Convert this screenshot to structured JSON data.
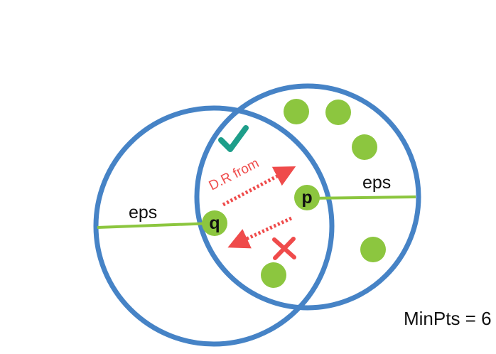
{
  "diagram": {
    "labels": {
      "eps_left": "eps",
      "eps_right": "eps",
      "point_q": "q",
      "point_p": "p",
      "direction_text": "D.R from",
      "minpts": "MinPts = 6"
    },
    "icons": {
      "check": "check-icon",
      "cross": "cross-icon"
    },
    "colors": {
      "circle_stroke": "#4683c6",
      "point_fill": "#8cc63f",
      "radius_line": "#8cc63f",
      "arrow": "#ef4b4b",
      "check": "#1e9e8a",
      "cross": "#ef4b4b",
      "text": "#111111"
    }
  }
}
